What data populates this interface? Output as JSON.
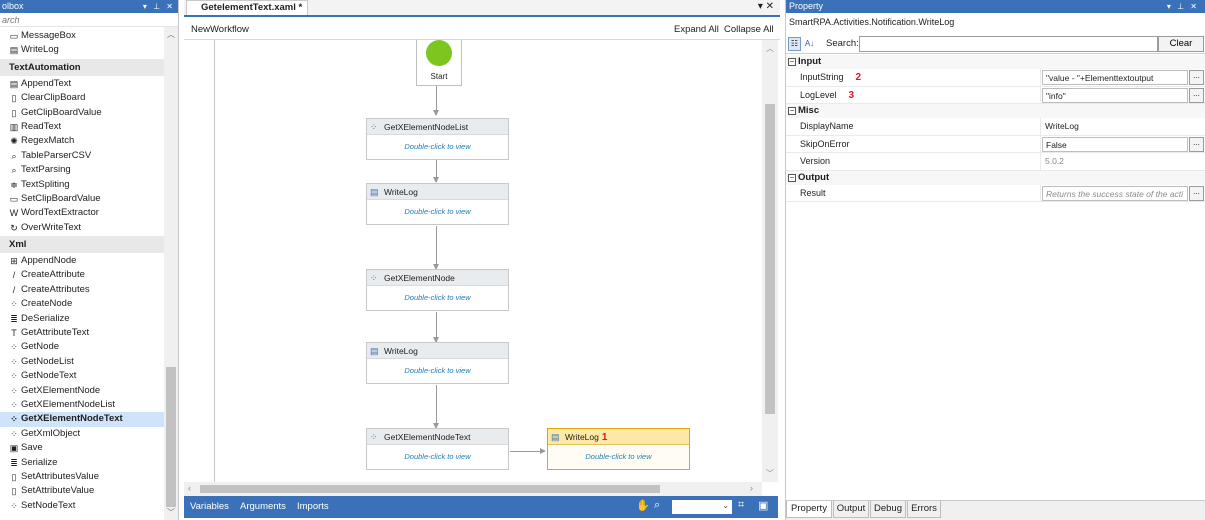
{
  "toolbox": {
    "title": "olbox",
    "search_placeholder": "arch",
    "categories": [
      {
        "label": "",
        "items": [
          {
            "label": "MessageBox",
            "icon": "messagebox-icon",
            "glyph": "▭"
          },
          {
            "label": "WriteLog",
            "icon": "writelog-icon",
            "glyph": "▤"
          }
        ]
      },
      {
        "label": "TextAutomation",
        "items": [
          {
            "label": "AppendText",
            "icon": "appendtext-icon",
            "glyph": "▤"
          },
          {
            "label": "ClearClipBoard",
            "icon": "clearclipboard-icon",
            "glyph": "▯"
          },
          {
            "label": "GetClipBoardValue",
            "icon": "getclipboard-icon",
            "glyph": "▯"
          },
          {
            "label": "ReadText",
            "icon": "readtext-icon",
            "glyph": "▥"
          },
          {
            "label": "RegexMatch",
            "icon": "regex-icon",
            "glyph": "✺"
          },
          {
            "label": "TableParserCSV",
            "icon": "tableparser-icon",
            "glyph": "⌕"
          },
          {
            "label": "TextParsing",
            "icon": "textparsing-icon",
            "glyph": "⌕"
          },
          {
            "label": "TextSpliting",
            "icon": "textsplit-icon",
            "glyph": "≑"
          },
          {
            "label": "SetClipBoardValue",
            "icon": "setclipboard-icon",
            "glyph": "▭"
          },
          {
            "label": "WordTextExtractor",
            "icon": "word-icon",
            "glyph": "W"
          },
          {
            "label": "OverWriteText",
            "icon": "overwrite-icon",
            "glyph": "↻"
          }
        ]
      },
      {
        "label": "Xml",
        "items": [
          {
            "label": "AppendNode",
            "icon": "appendnode-icon",
            "glyph": "⊞"
          },
          {
            "label": "CreateAttribute",
            "icon": "createattribute-icon",
            "glyph": "/"
          },
          {
            "label": "CreateAttributes",
            "icon": "createattributes-icon",
            "glyph": "/"
          },
          {
            "label": "CreateNode",
            "icon": "createnode-icon",
            "glyph": "⁘"
          },
          {
            "label": "DeSerialize",
            "icon": "deserialize-icon",
            "glyph": "≣"
          },
          {
            "label": "GetAttributeText",
            "icon": "getattributetext-icon",
            "glyph": "T"
          },
          {
            "label": "GetNode",
            "icon": "getnode-icon",
            "glyph": "⁘"
          },
          {
            "label": "GetNodeList",
            "icon": "getnodelist-icon",
            "glyph": "⁘"
          },
          {
            "label": "GetNodeText",
            "icon": "getnodetext-icon",
            "glyph": "⁘"
          },
          {
            "label": "GetXElementNode",
            "icon": "getxelementnode-icon",
            "glyph": "⁘"
          },
          {
            "label": "GetXElementNodeList",
            "icon": "getxelementnodelist-icon",
            "glyph": "⁘"
          },
          {
            "label": "GetXElementNodeText",
            "icon": "getxelementnodetext-icon",
            "glyph": "⁘",
            "selected": true
          },
          {
            "label": "GetXmlObject",
            "icon": "getxmlobject-icon",
            "glyph": "⁘"
          },
          {
            "label": "Save",
            "icon": "save-icon",
            "glyph": "▣"
          },
          {
            "label": "Serialize",
            "icon": "serialize-icon",
            "glyph": "≣"
          },
          {
            "label": "SetAttributesValue",
            "icon": "setattributesvalue-icon",
            "glyph": "▯"
          },
          {
            "label": "SetAttributeValue",
            "icon": "setattributevalue-icon",
            "glyph": "▯"
          },
          {
            "label": "SetNodeText",
            "icon": "setnodetext-icon",
            "glyph": "⁘"
          }
        ]
      }
    ]
  },
  "designer": {
    "tab_label": "GetelementText.xaml *",
    "tab_controls": "▾ ✕",
    "workflow_name": "NewWorkflow",
    "expand_all": "Expand All",
    "collapse_all": "Collapse All",
    "start_label": "Start",
    "activities": [
      {
        "name": "GetXElementNodeList",
        "body": "Double-click to view",
        "icon": "xml-node-icon",
        "glyph": "⁘"
      },
      {
        "name": "WriteLog",
        "body": "Double-click to view",
        "icon": "writelog-icon",
        "glyph": "▤"
      },
      {
        "name": "GetXElementNode",
        "body": "Double-click to view",
        "icon": "xml-node-icon",
        "glyph": "⁘"
      },
      {
        "name": "WriteLog",
        "body": "Double-click to view",
        "icon": "writelog-icon",
        "glyph": "▤"
      },
      {
        "name": "GetXElementNodeText",
        "body": "Double-click to view",
        "icon": "xml-node-icon",
        "glyph": "⁘"
      },
      {
        "name": "WriteLog",
        "body": "Double-click to view",
        "icon": "writelog-icon",
        "glyph": "▤",
        "marker": "1",
        "selected": true
      }
    ],
    "bottom": {
      "variables": "Variables",
      "arguments": "Arguments",
      "imports": "Imports"
    }
  },
  "property": {
    "title": "Property",
    "type_name": "SmartRPA.Activities.Notification.WriteLog",
    "search_label": "Search:",
    "search_value": "",
    "clear_label": "Clear",
    "categories": [
      {
        "label": "Input",
        "rows": [
          {
            "name": "InputString",
            "value": "\"value - \"+Elementtextoutput",
            "marker": "2",
            "style": "box",
            "dots": true
          },
          {
            "name": "LogLevel",
            "value": "\"info\"",
            "marker": "3",
            "style": "box",
            "dots": true
          }
        ]
      },
      {
        "label": "Misc",
        "rows": [
          {
            "name": "DisplayName",
            "value": "WriteLog",
            "style": "plain",
            "dots": false
          },
          {
            "name": "SkipOnError",
            "value": "False",
            "style": "box",
            "dots": true
          },
          {
            "name": "Version",
            "value": "5.0.2",
            "style": "grey",
            "dots": false
          }
        ]
      },
      {
        "label": "Output",
        "rows": [
          {
            "name": "Result",
            "value": "Returns the success state of the acti",
            "style": "ph",
            "dots": true
          }
        ]
      }
    ],
    "tabs": [
      "Property",
      "Output",
      "Debug",
      "Errors"
    ],
    "active_tab": "Property"
  },
  "colors": {
    "accent": "#3b71b9",
    "start": "#7cc61f",
    "marker": "#e0142c",
    "selected_activity": "#fde8a5"
  }
}
